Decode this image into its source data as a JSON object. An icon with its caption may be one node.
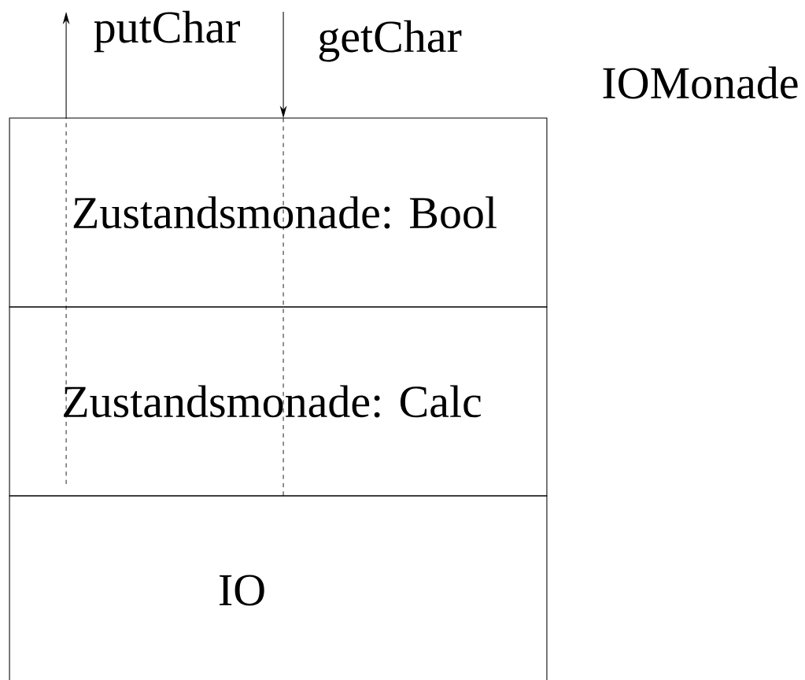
{
  "diagram": {
    "nodes": [
      {
        "text": [
          "Zustandsmonade: Bool"
        ]
      },
      {
        "text": [
          "Zustandsmonade: Calc"
        ]
      },
      {
        "text": [
          "IO"
        ]
      }
    ],
    "edges": [
      {
        "from": 0,
        "to": null,
        "arrow": "to",
        "label": "putChar"
      },
      {
        "from": null,
        "to": 0,
        "arrow": "to",
        "label": "getChar"
      },
      {
        "from": 1,
        "to": 0,
        "arrow": "none",
        "style": "dashed"
      },
      {
        "from": 0,
        "to": 1,
        "arrow": "none",
        "style": "dashed"
      }
    ],
    "labels": [
      "IOMonade"
    ]
  }
}
